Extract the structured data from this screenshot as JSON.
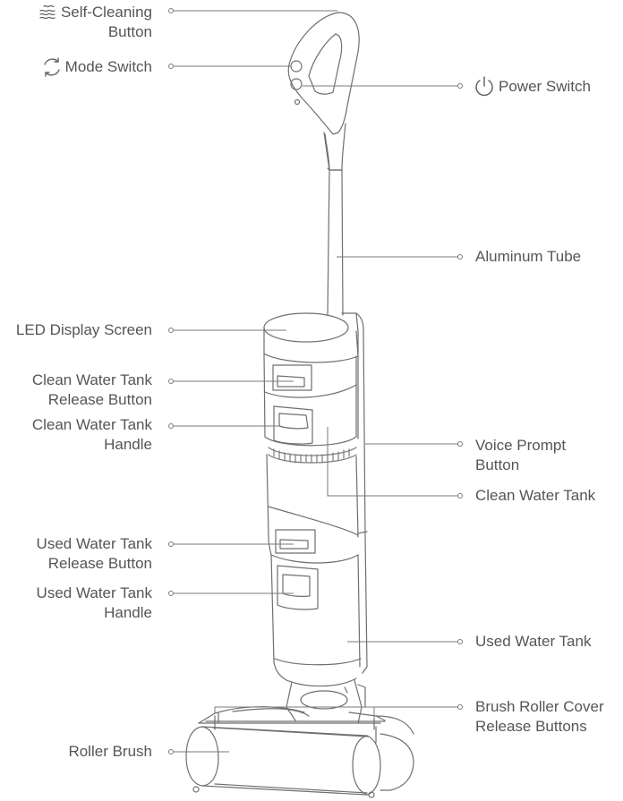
{
  "labels": {
    "self_cleaning": [
      "Self-Cleaning",
      "Button"
    ],
    "mode_switch": "Mode Switch",
    "power_switch": "Power Switch",
    "aluminum_tube": "Aluminum Tube",
    "led_display": "LED Display Screen",
    "clean_release": [
      "Clean Water Tank",
      "Release Button"
    ],
    "clean_handle": [
      "Clean Water Tank",
      "Handle"
    ],
    "voice_prompt": [
      "Voice Prompt",
      "Button"
    ],
    "clean_tank": "Clean Water Tank",
    "used_release": [
      "Used Water Tank",
      "Release Button"
    ],
    "used_handle": [
      "Used Water Tank",
      "Handle"
    ],
    "used_tank": "Used Water Tank",
    "brush_cover": [
      "Brush Roller Cover",
      "Release Buttons"
    ],
    "roller_brush": "Roller Brush"
  },
  "icons": [
    "waves-icon",
    "rotate-icon",
    "power-icon"
  ],
  "colors": {
    "line": "#7a7a7a",
    "text": "#555555"
  }
}
